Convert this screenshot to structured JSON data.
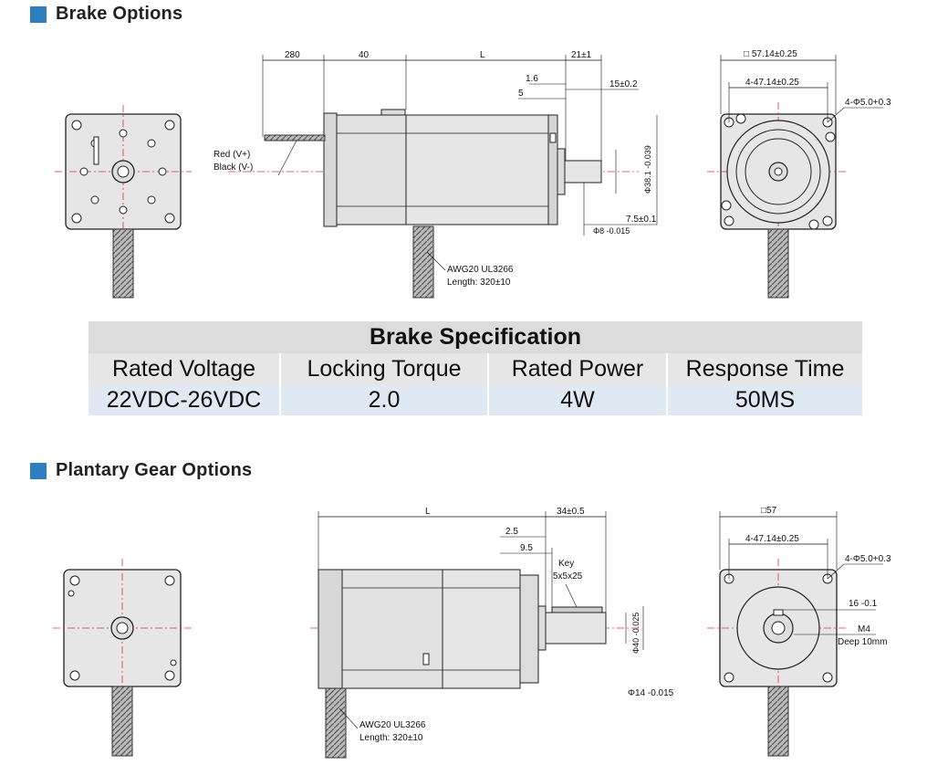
{
  "sections": {
    "brake": {
      "title": "Brake Options"
    },
    "gear": {
      "title": "Plantary Gear Options"
    }
  },
  "brake_dims": {
    "d280": "280",
    "d40": "40",
    "dL": "L",
    "d21": "21±1",
    "d16": "1.6",
    "d5": "5",
    "d15": "15±0.2",
    "d381": "Φ38.1 -0.039",
    "d75": "7.5±0.1",
    "d8": "Φ8 -0.015",
    "red": "Red    (V+)",
    "black": "Black (V-)",
    "awg": "AWG20  UL3266",
    "length": "Length: 320±10",
    "sq": "□ 57.14±0.25",
    "pitch": "4-47.14±0.25",
    "holes": "4-Φ5.0+0.3"
  },
  "spec": {
    "title": "Brake Specification",
    "headers": [
      "Rated Voltage",
      "Locking Torque",
      "Rated Power",
      "Response Time"
    ],
    "values": [
      "22VDC-26VDC",
      "2.0",
      "4W",
      "50MS"
    ]
  },
  "gear_dims": {
    "dL": "L",
    "d34": "34±0.5",
    "d25": "2.5",
    "d95": "9.5",
    "key": "Key",
    "keysize": "5x5x25",
    "d40": "Φ40 -0.025",
    "d14": "Φ14 -0.015",
    "awg": "AWG20  UL3266",
    "length": "Length: 320±10",
    "sq": "□57",
    "pitch": "4-47.14±0.25",
    "holes": "4-Φ5.0+0.3",
    "d16": "16 -0.1",
    "m4": "M4",
    "deep": "Deep 10mm"
  }
}
